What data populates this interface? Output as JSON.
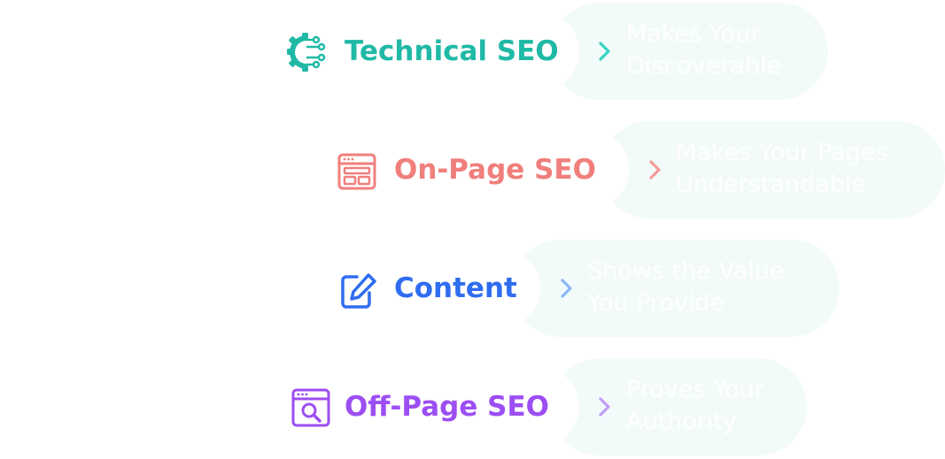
{
  "items": [
    {
      "label": "Technical SEO",
      "desc_line1": "Makes Your",
      "desc_line2": "Discoverable",
      "color": "#1fb9a6",
      "chevron_color": "#39d3c4",
      "icon": "gear-circuit-icon"
    },
    {
      "label": "On-Page SEO",
      "desc_line1": "Makes Your Pages",
      "desc_line2": "Understandable",
      "color": "#f07f7c",
      "chevron_color": "#f49a97",
      "icon": "browser-layout-icon"
    },
    {
      "label": "Content",
      "desc_line1": "Shows the Value",
      "desc_line2": "You Provide",
      "color": "#2f6df0",
      "chevron_color": "#8bb6f7",
      "icon": "edit-icon"
    },
    {
      "label": "Off-Page SEO",
      "desc_line1": "Proves Your",
      "desc_line2": "Authority",
      "color": "#9c4ef2",
      "chevron_color": "#c39df7",
      "icon": "browser-search-icon"
    }
  ]
}
